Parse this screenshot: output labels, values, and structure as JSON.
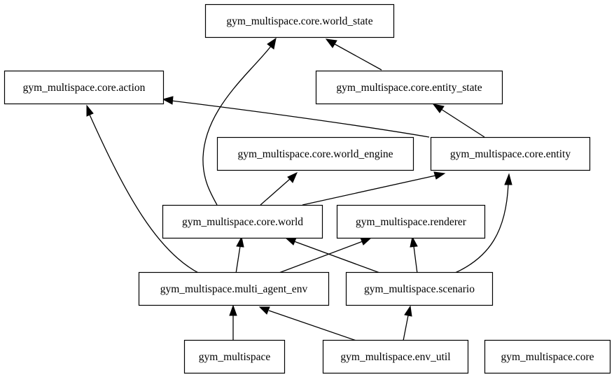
{
  "nodes": {
    "world_state": "gym_multispace.core.world_state",
    "action": "gym_multispace.core.action",
    "entity_state": "gym_multispace.core.entity_state",
    "world_engine": "gym_multispace.core.world_engine",
    "entity": "gym_multispace.core.entity",
    "world": "gym_multispace.core.world",
    "renderer": "gym_multispace.renderer",
    "multi_agent_env": "gym_multispace.multi_agent_env",
    "scenario": "gym_multispace.scenario",
    "gym_multispace": "gym_multispace",
    "env_util": "gym_multispace.env_util",
    "core": "gym_multispace.core"
  },
  "edges": [
    {
      "from": "entity_state",
      "to": "world_state"
    },
    {
      "from": "world",
      "to": "world_state"
    },
    {
      "from": "entity",
      "to": "action"
    },
    {
      "from": "entity",
      "to": "entity_state"
    },
    {
      "from": "world",
      "to": "world_engine"
    },
    {
      "from": "world",
      "to": "entity"
    },
    {
      "from": "scenario",
      "to": "entity"
    },
    {
      "from": "multi_agent_env",
      "to": "action"
    },
    {
      "from": "multi_agent_env",
      "to": "world"
    },
    {
      "from": "multi_agent_env",
      "to": "renderer"
    },
    {
      "from": "scenario",
      "to": "world"
    },
    {
      "from": "scenario",
      "to": "renderer"
    },
    {
      "from": "gym_multispace",
      "to": "multi_agent_env"
    },
    {
      "from": "env_util",
      "to": "multi_agent_env"
    },
    {
      "from": "env_util",
      "to": "scenario"
    }
  ]
}
